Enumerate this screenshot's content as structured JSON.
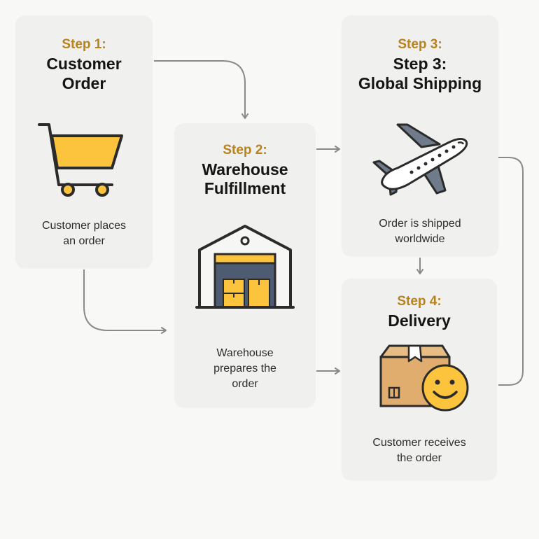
{
  "steps": [
    {
      "step": "Step 1:",
      "title_lines": [
        "Customer",
        "Order"
      ],
      "desc_lines": [
        "Customer places",
        "an order"
      ],
      "icon": "shopping-cart-icon"
    },
    {
      "step": "Step 2:",
      "title_lines": [
        "Warehouse",
        "Fulfillment"
      ],
      "desc_lines": [
        "Warehouse",
        "prepares the",
        "order"
      ],
      "icon": "warehouse-icon"
    },
    {
      "step": "Step 3:",
      "title_lines": [
        "Step 3:",
        "Global Shipping"
      ],
      "desc_lines": [
        "Order is shipped",
        "worldwide"
      ],
      "icon": "airplane-icon"
    },
    {
      "step": "Step 4:",
      "title_lines": [
        "Delivery"
      ],
      "desc_lines": [
        "Customer receives",
        "the order"
      ],
      "icon": "package-smiley-icon"
    }
  ],
  "colors": {
    "accent": "#b8821e",
    "icon_yellow": "#fcc33c",
    "icon_dark": "#2b2b2b",
    "door_blue": "#4d5c73",
    "box_tan": "#e0ad6f",
    "plane_gray": "#6f7a8a",
    "arrow_gray": "#8a8a8a",
    "card_bg": "#f0f0ee"
  }
}
